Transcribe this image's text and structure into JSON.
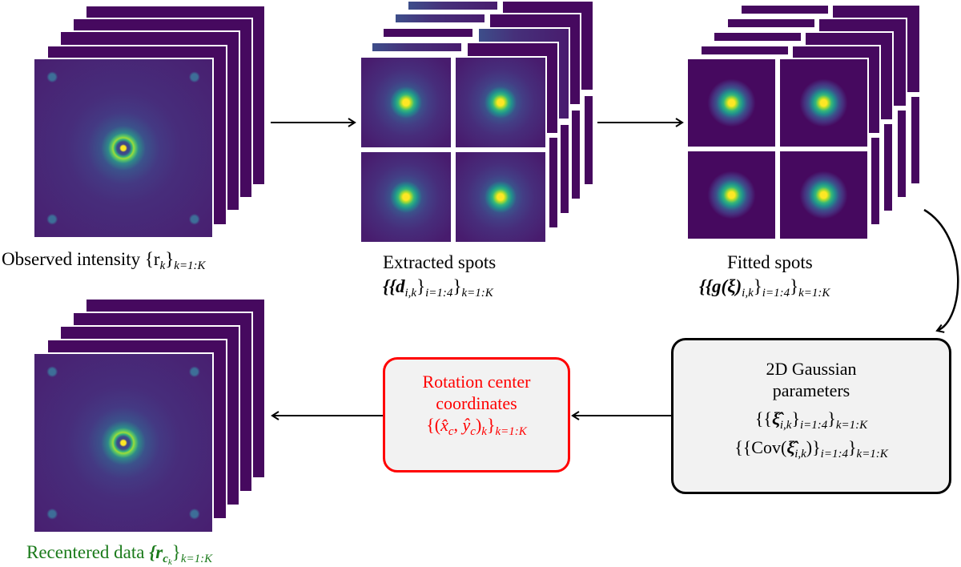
{
  "stages": {
    "observed": {
      "label": "Observed intensity",
      "math": "{r",
      "math_sub": "k",
      "math_close": "}",
      "range_sub": "k=1:K"
    },
    "extracted": {
      "label": "Extracted spots",
      "math_main": "{{d",
      "math_sub": "i,k",
      "math_close": "}",
      "inner_range": "i=1:4",
      "close2": "}",
      "range_sub": "k=1:K"
    },
    "fitted": {
      "label": "Fitted spots",
      "math_main": "{{g(ξ)",
      "math_sub": "i,k",
      "math_close": "}",
      "inner_range": "i=1:4",
      "close2": "}",
      "range_sub": "k=1:K"
    },
    "gaussian": {
      "title_line1": "2D Gaussian",
      "title_line2": "parameters",
      "expr1_open": "{{",
      "expr1_sym": "ξ̂",
      "expr1_sub": "i,k",
      "expr1_close": "}",
      "expr1_inner": "i=1:4",
      "expr1_close2": "}",
      "expr1_range": "k=1:K",
      "expr2_open": "{{Cov(",
      "expr2_sym": "ξ̂",
      "expr2_sub": "i,k",
      "expr2_close": ")}",
      "expr2_inner": "i=1:4",
      "expr2_close2": "}",
      "expr2_range": "k=1:K"
    },
    "rotation": {
      "title_line1": "Rotation center",
      "title_line2": "coordinates",
      "expr_open": "{(",
      "expr_x": "x̂",
      "expr_x_sub": "c",
      "expr_sep": ", ",
      "expr_y": "ŷ",
      "expr_y_sub": "c",
      "expr_close": ")",
      "expr_k": "k",
      "expr_close2": "}",
      "expr_range": "k=1:K",
      "color": "#ff0000"
    },
    "recentered": {
      "label": "Recentered data",
      "math": "{r",
      "math_sub": "c",
      "math_subsub": "k",
      "math_close": "}",
      "range_sub": "k=1:K",
      "color": "#1a7a1a"
    }
  },
  "flow": [
    {
      "from": "observed",
      "to": "extracted",
      "direction": "right"
    },
    {
      "from": "extracted",
      "to": "fitted",
      "direction": "right"
    },
    {
      "from": "fitted",
      "to": "gaussian",
      "direction": "curved-down"
    },
    {
      "from": "gaussian",
      "to": "rotation",
      "direction": "left"
    },
    {
      "from": "rotation",
      "to": "recentered",
      "direction": "left"
    }
  ],
  "colormap": "viridis"
}
